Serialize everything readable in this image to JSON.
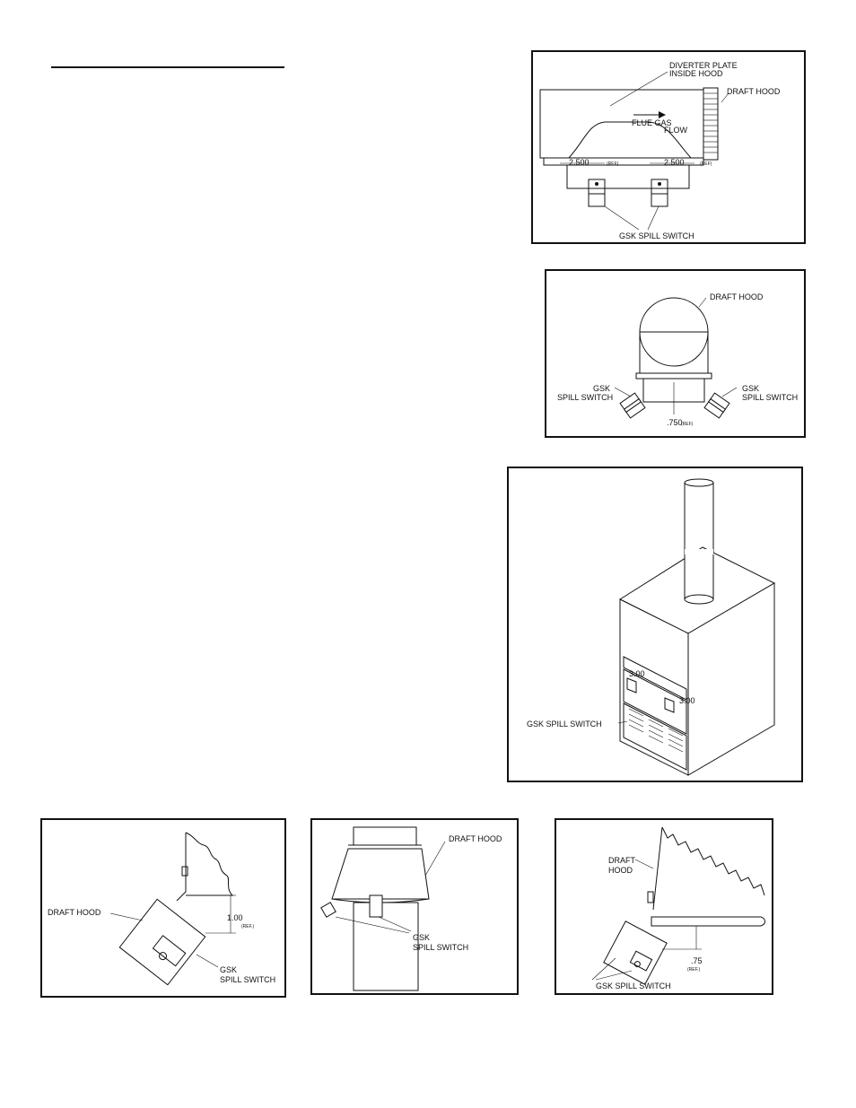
{
  "figure1": {
    "diverter_label_line1": "DIVERTER PLATE",
    "diverter_label_line2": "INSIDE HOOD",
    "draft_hood": "DRAFT HOOD",
    "flue_gas_line1": "FLUE GAS",
    "flue_gas_line2": "FLOW",
    "dim_left": "2.500",
    "dim_right": "2.500",
    "ref": "(REF)",
    "switch_label": "GSK SPILL SWITCH"
  },
  "figure2": {
    "draft_hood": "DRAFT HOOD",
    "left_switch_line1": "GSK",
    "left_switch_line2": "SPILL SWITCH",
    "right_switch_line1": "GSK",
    "right_switch_line2": "SPILL SWITCH",
    "dim": ".750",
    "ref": "(REF)"
  },
  "figure3": {
    "switch_label": "GSK SPILL SWITCH",
    "dim_left": "3.00",
    "dim_right": "3.00"
  },
  "figure4": {
    "draft_hood": "DRAFT HOOD",
    "dim": "1.00",
    "ref": "(REF.)",
    "switch_line1": "GSK",
    "switch_line2": "SPILL SWITCH"
  },
  "figure5": {
    "draft_hood": "DRAFT HOOD",
    "switch_line1": "GSK",
    "switch_line2": "SPILL SWITCH"
  },
  "figure6": {
    "draft_hood_line1": "DRAFT",
    "draft_hood_line2": "HOOD",
    "dim": ".75",
    "ref": "(REF.)",
    "switch_label": "GSK SPILL SWITCH"
  }
}
